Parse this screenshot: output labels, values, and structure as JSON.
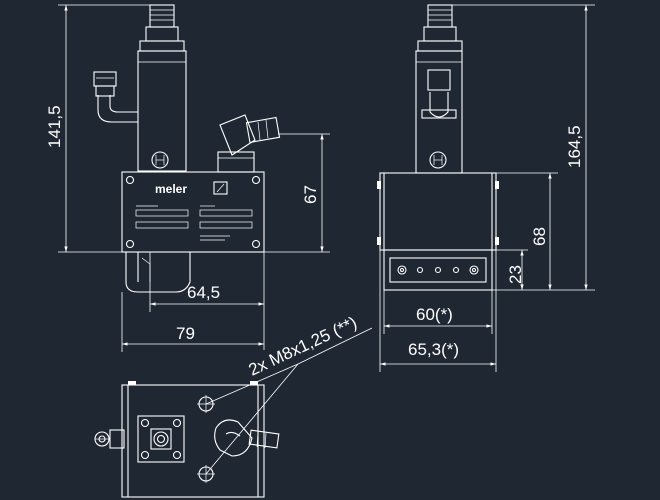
{
  "dimensions": {
    "d_141_5": "141,5",
    "d_67": "67",
    "d_64_5": "64,5",
    "d_79": "79",
    "d_164_5": "164,5",
    "d_68": "68",
    "d_23": "23",
    "d_60": "60(*)",
    "d_65_3": "65,3(*)"
  },
  "callout": "2x M8x1,25 (**)",
  "plate": {
    "logo": "meler"
  },
  "colors": {
    "background": "#1f2733",
    "lines": "#ffffff"
  }
}
